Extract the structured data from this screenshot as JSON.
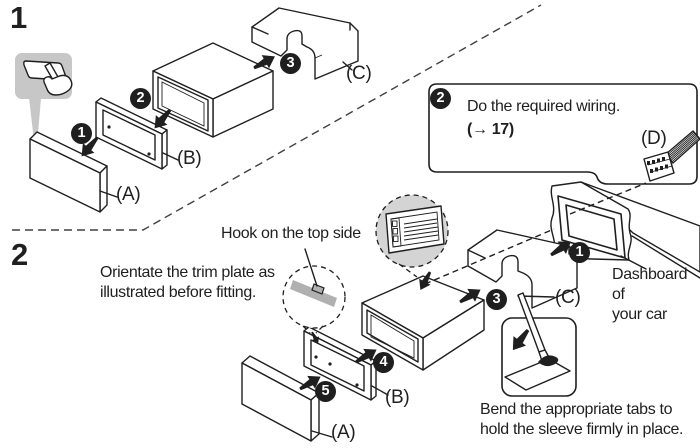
{
  "colors": {
    "ink": "#1f1f1f",
    "callout-gray": "#c7c7c7",
    "detail-circle-gray": "#d4d4d4",
    "trim-bar-gray": "#b0b0b0",
    "background": "#ffffff"
  },
  "steps": {
    "step1": "1",
    "step2": "2"
  },
  "part_labels": {
    "a": "(A)",
    "b": "(B)",
    "c": "(C)",
    "d": "(D)"
  },
  "badges": {
    "one": "1",
    "two": "2",
    "three": "3",
    "four": "4",
    "five": "5"
  },
  "notes": {
    "wiring_line1": "Do the required wiring.",
    "wiring_line2": "(→ 17)",
    "hook": "Hook on the top side",
    "orientate": "Orientate the trim plate as\nillustrated before fitting.",
    "dashboard": "Dashboard of\nyour car",
    "bend": "Bend the appropriate tabs to\nhold the sleeve firmly in place."
  },
  "icons": {
    "hand_press": "hand-press",
    "screwdriver": "screwdriver",
    "connector": "wire-harness-connector",
    "arrow": "motion-arrow"
  }
}
